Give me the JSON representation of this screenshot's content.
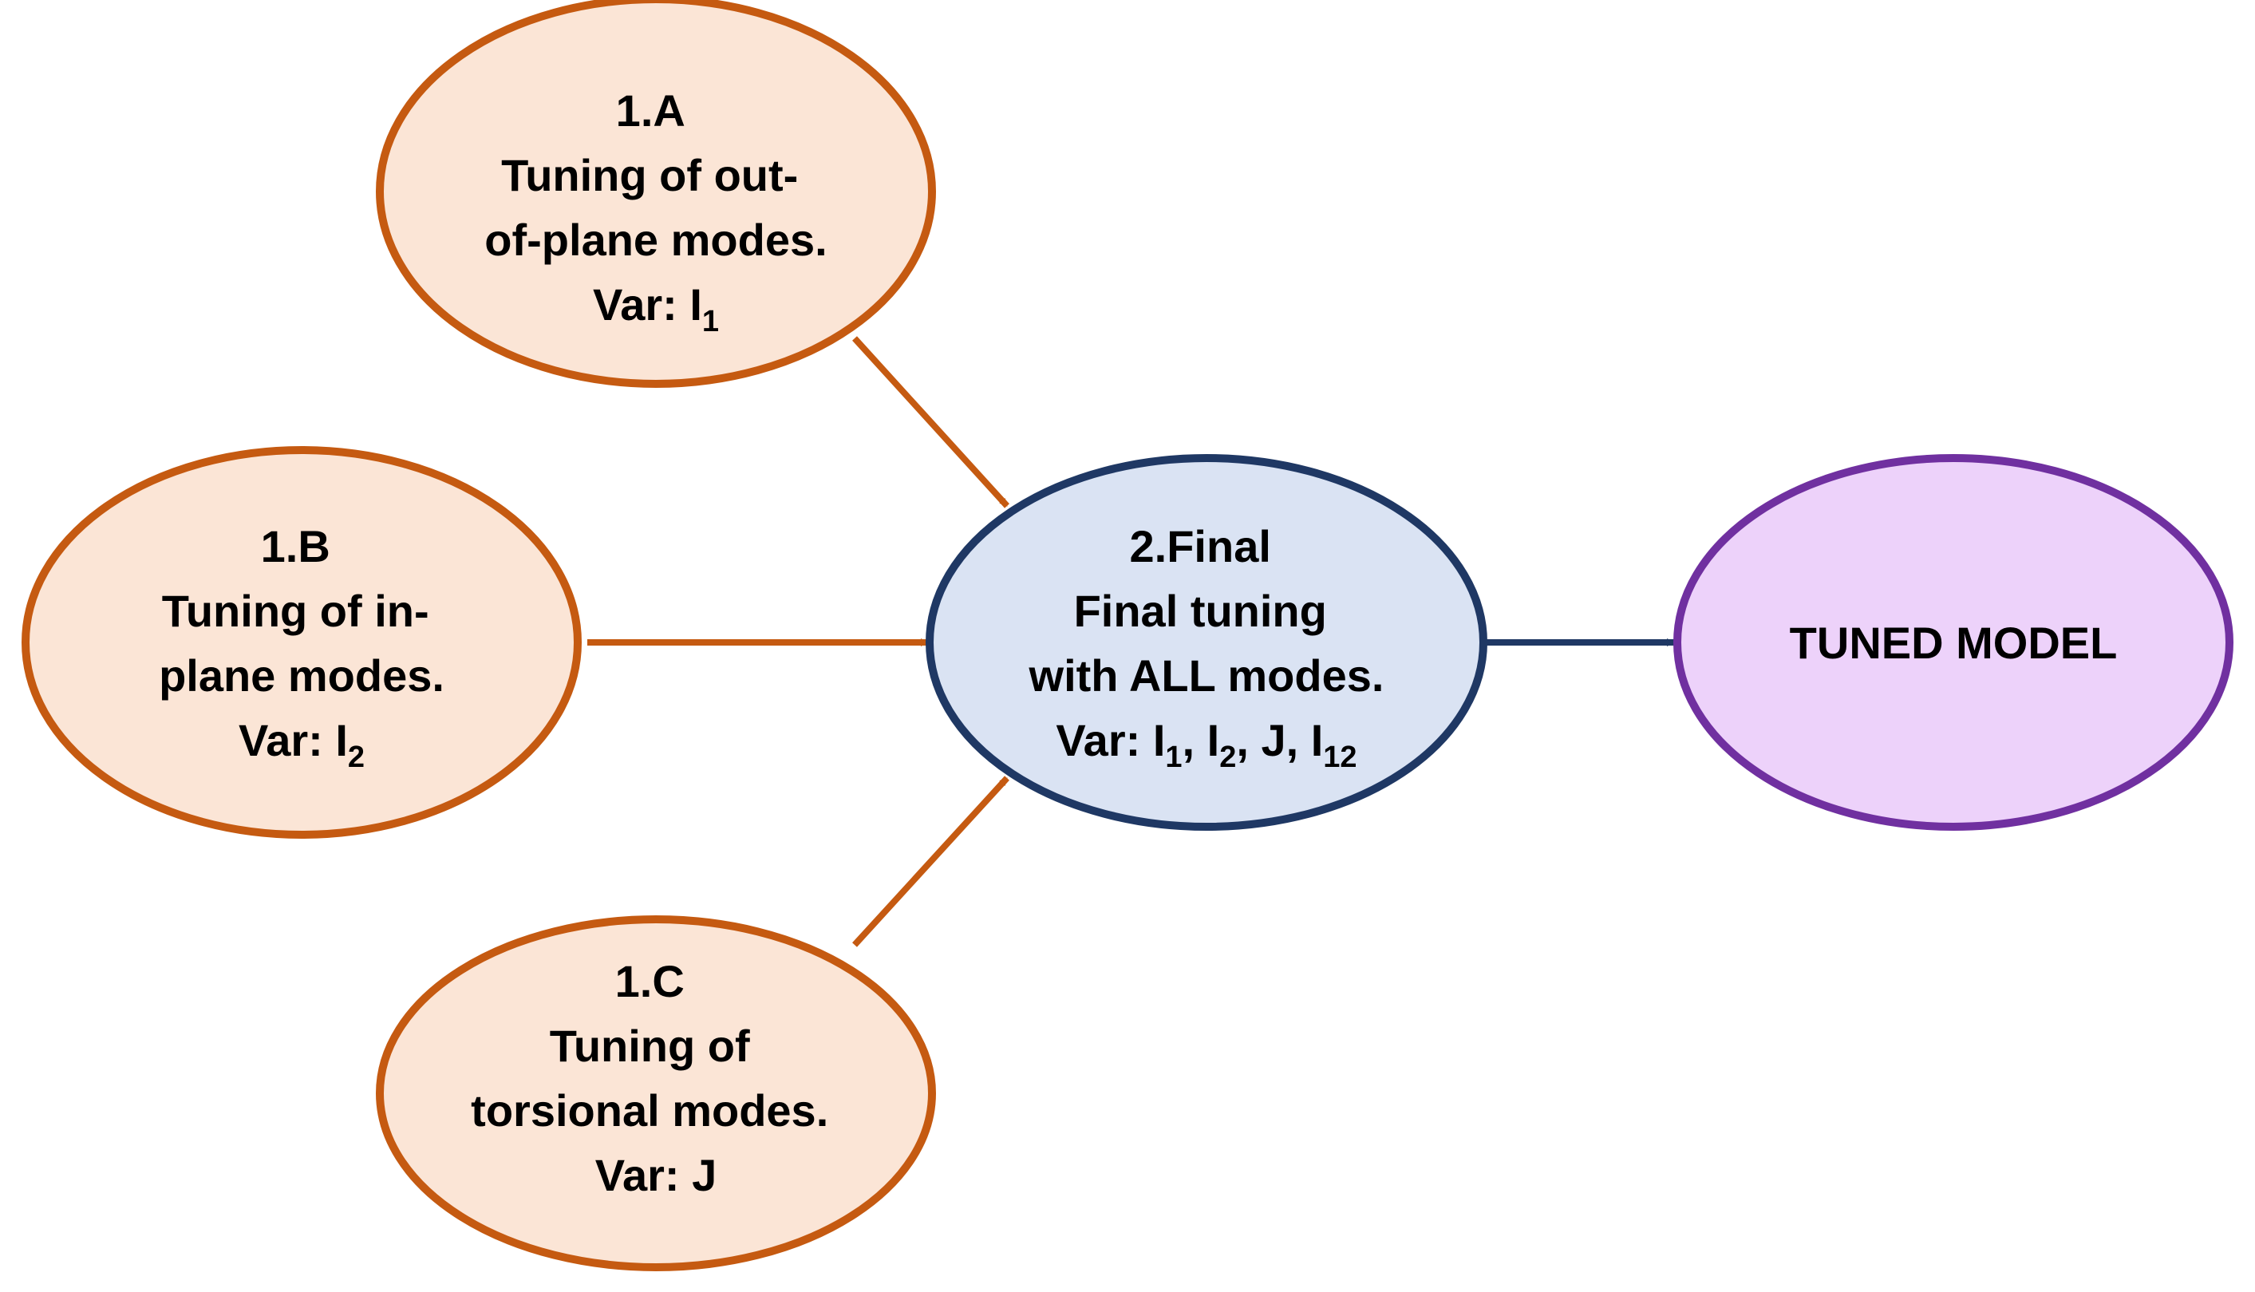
{
  "colors": {
    "stage1_fill": "#fbe5d6",
    "stage1_stroke": "#c55a11",
    "final_fill": "#dae3f3",
    "final_stroke": "#1f3864",
    "tuned_fill": "#edd2fa",
    "tuned_stroke": "#7030a0",
    "arrow_stage1": "#c55a11",
    "arrow_final": "#1f3864"
  },
  "nodes": {
    "a": {
      "id": "1.A",
      "line1": "Tuning of out-",
      "line2": "of-plane modes.",
      "var_label": "Var: I",
      "var_sub": "1"
    },
    "b": {
      "id": "1.B",
      "line1": "Tuning of in-",
      "line2": "plane modes.",
      "var_label": "Var: I",
      "var_sub": "2"
    },
    "c": {
      "id": "1.C",
      "line1": "Tuning of",
      "line2": "torsional modes.",
      "var_label": "Var: J"
    },
    "final": {
      "id": "2.Final",
      "line1": "Final tuning",
      "line2": "with ALL modes.",
      "var_prefix": "Var: I",
      "sub1": "1",
      "sep1": ", I",
      "sub2": "2",
      "sep2": ", J, I",
      "sub3": "12"
    },
    "tuned": {
      "label": "TUNED MODEL"
    }
  }
}
